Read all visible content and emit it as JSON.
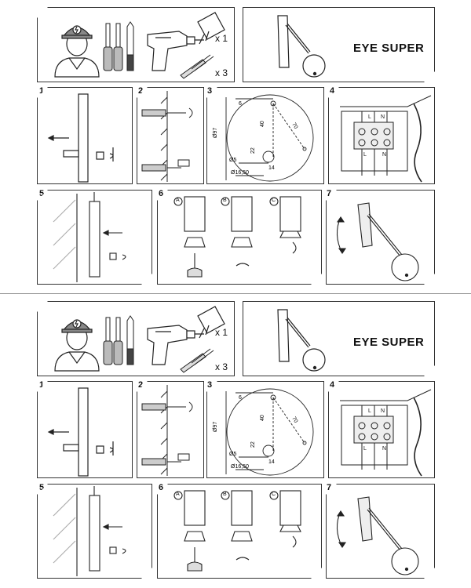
{
  "product": {
    "title": "EYE SUPER"
  },
  "tools": {
    "qty_dowel": "x 1",
    "qty_screw": "x 3"
  },
  "steps": [
    "1",
    "2",
    "3",
    "4",
    "5",
    "6",
    "7"
  ],
  "dimensions": {
    "d97": "Ø97",
    "d5": "Ø5",
    "d1650": "Ø16,50",
    "v6": "6",
    "v40": "40",
    "v70": "70",
    "v22": "22",
    "v14": "14"
  },
  "wiring": {
    "top_l": "L",
    "top_n": "N",
    "bot_l": "L",
    "bot_n": "N"
  },
  "lamp_labels": [
    "A",
    "B",
    "C"
  ]
}
